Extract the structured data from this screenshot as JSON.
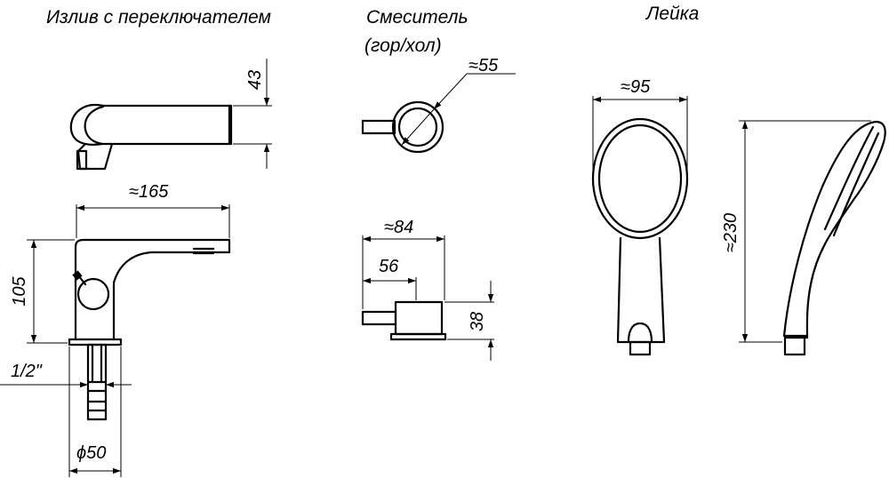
{
  "titles": {
    "spout": "Излив с переключателем",
    "mixer_line1": "Смеситель",
    "mixer_line2": "(гор/хол)",
    "handshower": "Лейка"
  },
  "dimensions": {
    "spout_top_height": "43",
    "spout_length": "≈165",
    "spout_height": "105",
    "spout_thread": "1/2\"",
    "spout_base_diameter": "ϕ50",
    "mixer_diameter": "≈55",
    "mixer_length": "≈84",
    "mixer_handle_length": "56",
    "mixer_height": "38",
    "shower_width": "≈95",
    "shower_length": "≈230"
  },
  "colors": {
    "line": "#000000",
    "background": "#ffffff"
  }
}
